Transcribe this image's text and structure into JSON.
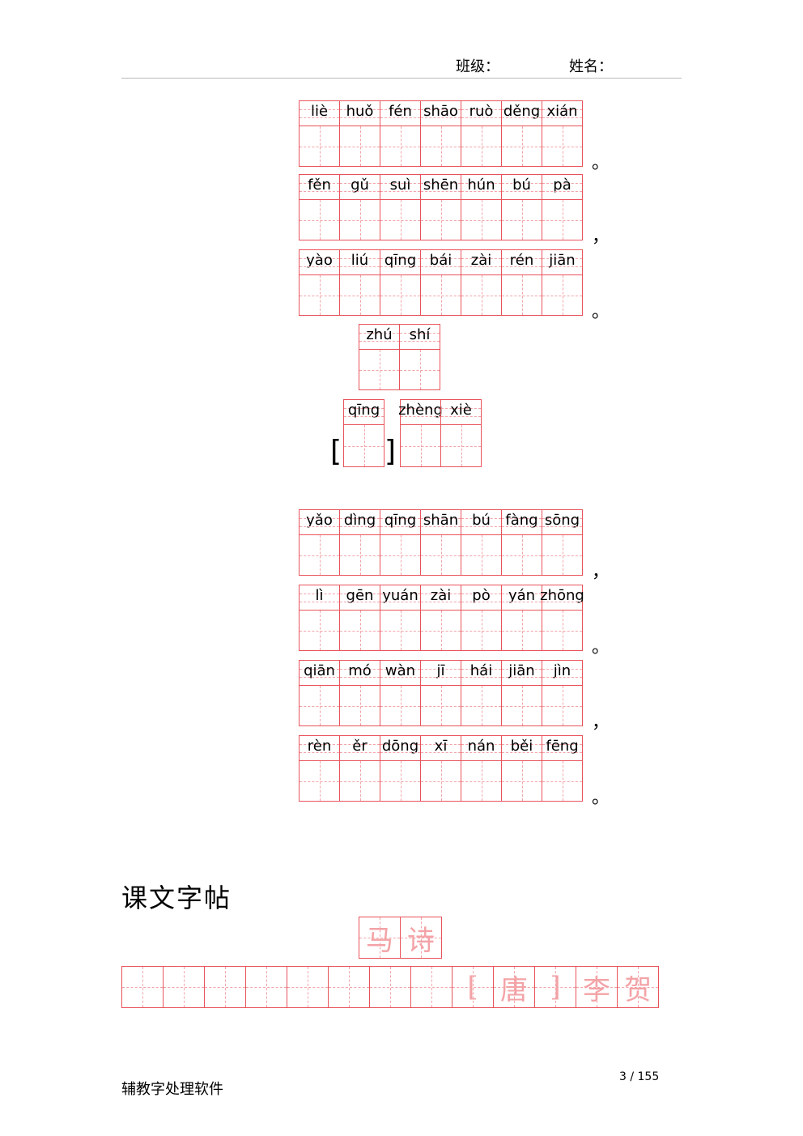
{
  "header": {
    "class_label": "班级：",
    "name_label": "姓名："
  },
  "rows": [
    {
      "pinyin": [
        "liè",
        "huǒ",
        "fén",
        "shāo",
        "ruò",
        "děng",
        "xián"
      ],
      "punct": "。"
    },
    {
      "pinyin": [
        "fěn",
        "gǔ",
        "suì",
        "shēn",
        "hún",
        "bú",
        "pà"
      ],
      "punct": "，"
    },
    {
      "pinyin": [
        "yào",
        "liú",
        "qīng",
        "bái",
        "zài",
        "rén",
        "jiān"
      ],
      "punct": "。"
    },
    {
      "pinyin": [
        "zhú",
        "shí"
      ],
      "punct": ""
    },
    {
      "pinyin": [
        "qīng"
      ],
      "punct": ""
    },
    {
      "pinyin": [
        "zhèng",
        "xiè"
      ],
      "punct": ""
    },
    {
      "pinyin": [
        "yǎo",
        "dìng",
        "qīng",
        "shān",
        "bú",
        "fàng",
        "sōng"
      ],
      "punct": "，"
    },
    {
      "pinyin": [
        "lì",
        "gēn",
        "yuán",
        "zài",
        "pò",
        "yán",
        "zhōng"
      ],
      "punct": "。"
    },
    {
      "pinyin": [
        "qiān",
        "mó",
        "wàn",
        "jī",
        "hái",
        "jiān",
        "jìn"
      ],
      "punct": "，"
    },
    {
      "pinyin": [
        "rèn",
        "ěr",
        "dōng",
        "xī",
        "nán",
        "běi",
        "fēng"
      ],
      "punct": "。"
    }
  ],
  "brackets": {
    "left": "[",
    "right": "]"
  },
  "section_title": "课文字帖",
  "copybook": {
    "title_chars": [
      "马",
      "诗"
    ],
    "line_chars": [
      "",
      "",
      "",
      "",
      "",
      "",
      "",
      "",
      "[",
      "唐",
      "]",
      "李",
      "贺"
    ]
  },
  "footer": {
    "software": "辅教字处理软件",
    "page": "3 / 155"
  }
}
